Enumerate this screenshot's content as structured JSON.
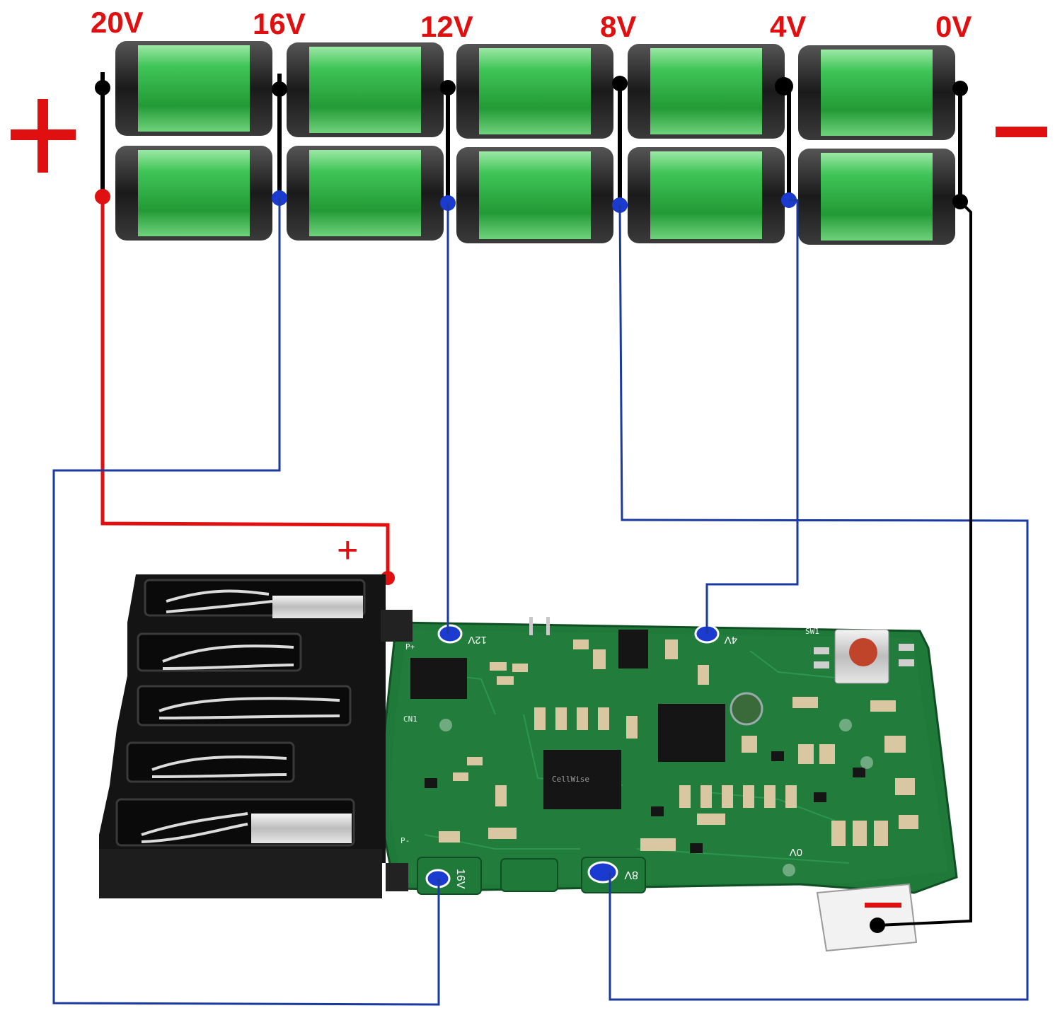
{
  "voltage_labels": [
    "20V",
    "16V",
    "12V",
    "8V",
    "4V",
    "0V"
  ],
  "pack_terminals": {
    "positive": "+",
    "negative": "−"
  },
  "board": {
    "plus_marker": "+",
    "minus_marker": "−",
    "pad_labels": {
      "p12v": "12V",
      "p4v": "4V",
      "p16v": "16V",
      "p8v": "8V",
      "p0v": "0V"
    },
    "side_labels": {
      "p_plus": "P+",
      "p_minus": "P-",
      "cn1": "CN1",
      "sw1": "SW1"
    },
    "ic_marking": "CellWise"
  },
  "colors": {
    "positive_wire": "#e01010",
    "tap_wire": "#1a3aa0",
    "negative_wire": "#000000",
    "cell_green": "#34b64a",
    "pcb_green": "#1f7a3a",
    "label_red": "#e01010"
  }
}
